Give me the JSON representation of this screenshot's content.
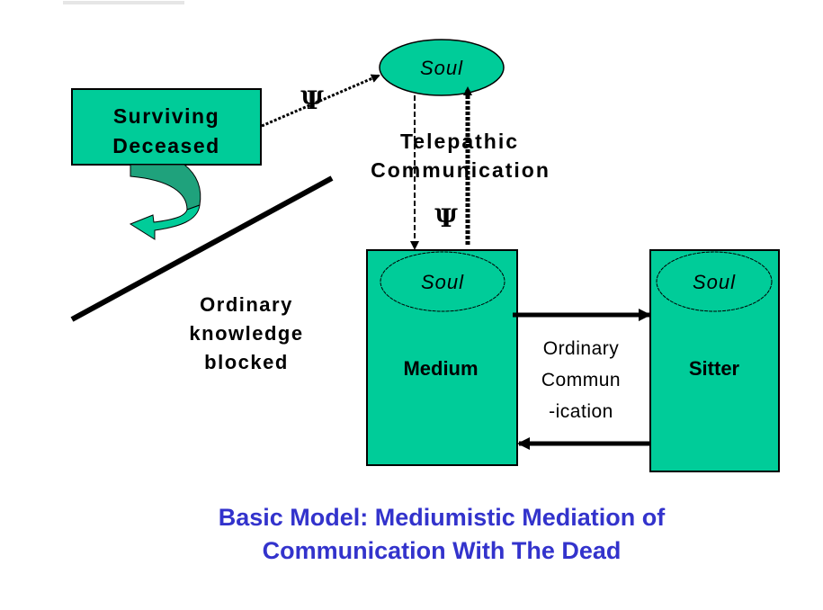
{
  "diagram": {
    "nodes": {
      "surviving_deceased": {
        "lines": [
          "Surviving",
          "Deceased"
        ]
      },
      "soul_top": {
        "label": "Soul"
      },
      "medium": {
        "label": "Medium",
        "soul_label": "Soul"
      },
      "sitter": {
        "label": "Sitter",
        "soul_label": "Soul"
      }
    },
    "labels": {
      "telepathic": [
        "Telepathic",
        "Communication"
      ],
      "ordinary_blocked": [
        "Ordinary",
        "knowledge",
        "blocked"
      ],
      "ordinary_comm": [
        "Ordinary",
        "Commun",
        "-ication"
      ],
      "psi_symbol": "Ψ"
    },
    "caption": [
      "Basic Model:  Mediumistic Mediation of",
      "Communication With The Dead"
    ],
    "colors": {
      "node_fill": "#00cc99",
      "node_fill_dark": "#1fa27c",
      "caption": "#3333cc",
      "stroke": "#000000"
    }
  }
}
